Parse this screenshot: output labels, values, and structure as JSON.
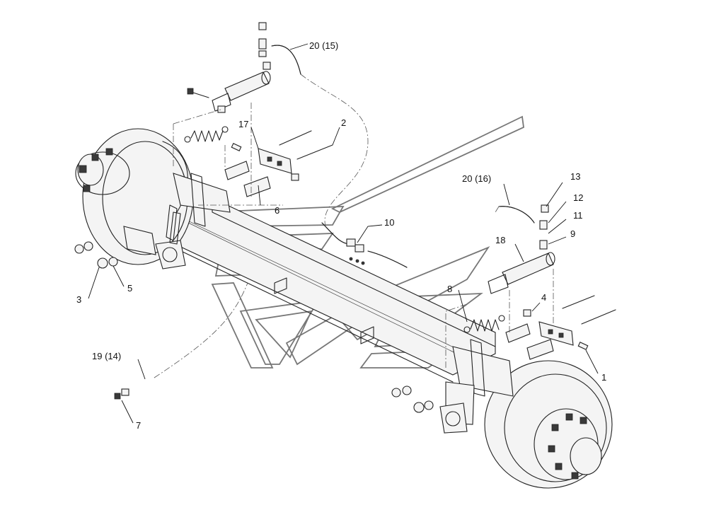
{
  "callouts": [
    {
      "id": "c20-15",
      "text": "20 (15)"
    },
    {
      "id": "c17",
      "text": "17"
    },
    {
      "id": "c2",
      "text": "2"
    },
    {
      "id": "c6",
      "text": "6"
    },
    {
      "id": "c10",
      "text": "10"
    },
    {
      "id": "c20-16",
      "text": "20 (16)"
    },
    {
      "id": "c13",
      "text": "13"
    },
    {
      "id": "c12",
      "text": "12"
    },
    {
      "id": "c11",
      "text": "11"
    },
    {
      "id": "c9",
      "text": "9"
    },
    {
      "id": "c18",
      "text": "18"
    },
    {
      "id": "c8",
      "text": "8"
    },
    {
      "id": "c4",
      "text": "4"
    },
    {
      "id": "c3",
      "text": "3"
    },
    {
      "id": "c5",
      "text": "5"
    },
    {
      "id": "c1",
      "text": "1"
    },
    {
      "id": "c19-14",
      "text": "19 (14)"
    },
    {
      "id": "c7",
      "text": "7"
    }
  ]
}
